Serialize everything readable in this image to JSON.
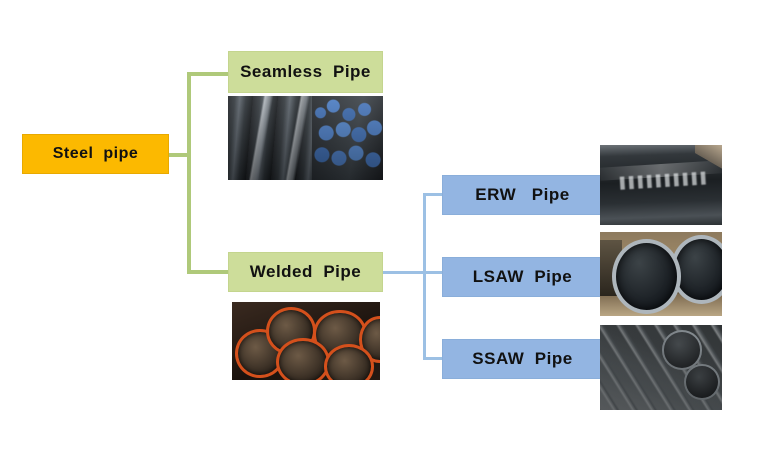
{
  "diagram": {
    "title": "Steel pipe classification diagram",
    "background_color": "#ffffff",
    "root": {
      "label": "Steel  pipe",
      "color": "#fcb900"
    },
    "branches": [
      {
        "label": "Seamless  Pipe",
        "color": "#cddd9a",
        "photo": {
          "name": "seamless-pipe-photo",
          "alt": "Bundles of dark seamless steel pipes with silver strapping bands and blue plastic end caps"
        }
      },
      {
        "label": "Welded  Pipe",
        "color": "#cddd9a",
        "photo": {
          "name": "welded-pipe-photo",
          "alt": "Stack of welded pipe ends with orange-red painted rims"
        }
      }
    ],
    "welded_types": [
      {
        "label": "ERW   Pipe",
        "color": "#93b5e2",
        "photo": {
          "name": "erw-pipe-photo",
          "alt": "Close-up of a dark ERW pipe with white stencilled marking text"
        }
      },
      {
        "label": "LSAW  Pipe",
        "color": "#93b5e2",
        "photo": {
          "name": "lsaw-pipe-photo",
          "alt": "Two large-diameter LSAW pipe ends resting on sandy ground"
        }
      },
      {
        "label": "SSAW  Pipe",
        "color": "#93b5e2",
        "photo": {
          "name": "ssaw-pipe-photo",
          "alt": "Stacked spiral submerged-arc welded pipes with helical weld seams"
        }
      }
    ],
    "connector_colors": {
      "green": "#afc97a",
      "blue": "#9cc0e4"
    }
  }
}
